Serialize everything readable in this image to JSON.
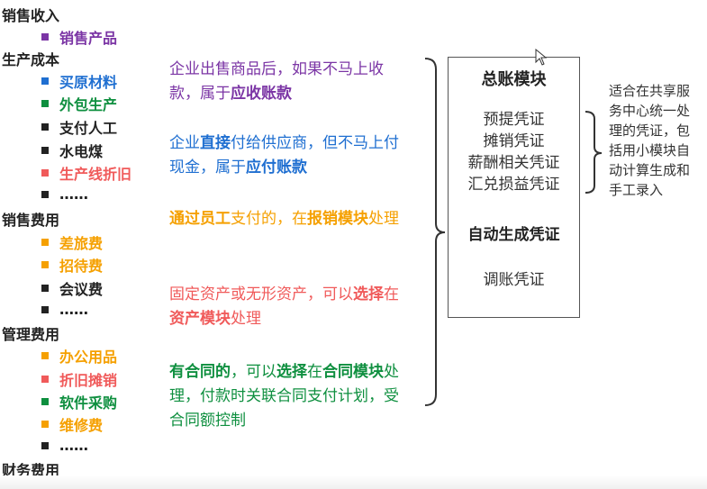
{
  "colors": {
    "purple": "#7b35a5",
    "blue": "#1f6fd1",
    "green": "#0e8f3f",
    "black": "#222222",
    "red": "#f05a5a",
    "orange": "#f5a000"
  },
  "categories": {
    "sales_income": "销售收入",
    "production_cost": "生产成本",
    "sales_expense": "销售费用",
    "admin_expense": "管理费用",
    "finance_expense": "财务费用"
  },
  "items": {
    "sales_product": "销售产品",
    "buy_material": "买原材料",
    "outsourcing": "外包生产",
    "labor": "支付人工",
    "utilities": "水电煤",
    "line_depreciation": "生产线折旧",
    "more_1": "……",
    "travel": "差旅费",
    "entertainment": "招待费",
    "meeting": "会议费",
    "more_2": "……",
    "office": "办公用品",
    "depreciation_amort": "折旧摊销",
    "software": "软件采购",
    "maintenance": "维修费",
    "more_3": "……"
  },
  "notes": {
    "n1_a": "企业出售商品后，如果不马上收款，属于",
    "n1_b": "应收账款",
    "n2_a": "企业",
    "n2_b": "直接",
    "n2_c": "付给供应商，但不马上付现金，属于",
    "n2_d": "应付账款",
    "n3_a": "通过员工",
    "n3_b": "支付的，在",
    "n3_c": "报销模块",
    "n3_d": "处理",
    "n4_a": "固定资产或无形资产，可以",
    "n4_b": "选择",
    "n4_c": "在",
    "n4_d": "资产模块",
    "n4_e": "处理",
    "n5_a": "有合同的",
    "n5_b": "，可以",
    "n5_c": "选择",
    "n5_d": "在",
    "n5_e": "合同模块",
    "n5_f": "处理，付款时关联合同支付计划，受合同额控制"
  },
  "ledger_box": {
    "title": "总账模块",
    "vouchers": [
      "预提凭证",
      "摊销凭证",
      "薪酬相关凭证",
      "汇兑损益凭证"
    ],
    "auto_title": "自动生成凭证",
    "adjust": "调账凭证"
  },
  "side_note": "适合在共享服务中心统一处理的凭证，包括用小模块自动计算生成和手工录入"
}
